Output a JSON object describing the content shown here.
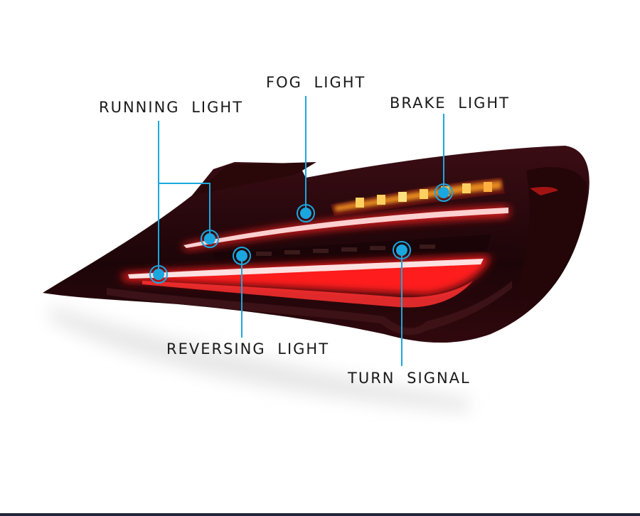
{
  "labels": {
    "running": "RUNNING LIGHT",
    "fog": "FOG LIGHT",
    "brake": "BRAKE LIGHT",
    "reversing": "REVERSING LIGHT",
    "turn": "TURN SIGNAL"
  },
  "colors": {
    "callout": "#1aa7e0",
    "lamp_red": "#ff2a2a",
    "housing": "#2a0a10",
    "amber": "#ffb030"
  }
}
